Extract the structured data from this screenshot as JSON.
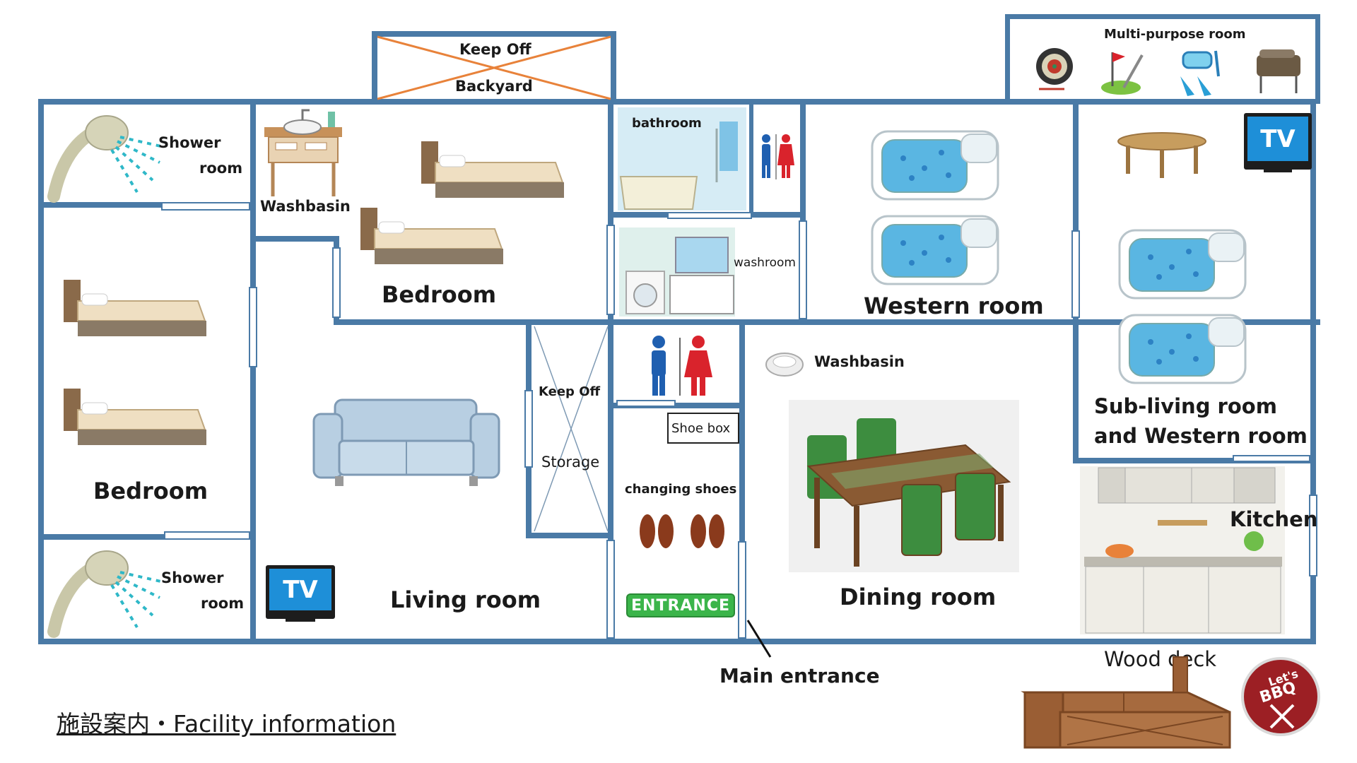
{
  "title": "施設案内・Facility information",
  "rooms": {
    "shower_top": [
      "Shower",
      "room"
    ],
    "shower_bottom": [
      "Shower",
      "room"
    ],
    "washbasin_top": "Washbasin",
    "bedroom_center": "Bedroom",
    "bedroom_left": "Bedroom",
    "bathroom": "bathroom",
    "washroom": "washroom",
    "western_room": "Western room",
    "multipurpose": "Multi-purpose room",
    "tv": "TV",
    "sub_living": [
      "Sub-living room",
      "and Western room"
    ],
    "washbasin_dining": "Washbasin",
    "dining": "Dining room",
    "kitchen": "Kitchen",
    "living": "Living room",
    "storage": [
      "Keep Off",
      "Storage"
    ],
    "shoe_box": "Shoe box",
    "changing_shoes": "changing shoes",
    "entrance_sign": "ENTRANCE",
    "main_entrance": "Main entrance",
    "backyard": [
      "Keep Off",
      "Backyard"
    ],
    "wood_deck": "Wood deck",
    "bbq_badge": [
      "Let's",
      "BBQ"
    ]
  },
  "colors": {
    "wall": "#4a7aa6",
    "keep_off_cross": "#e8823a",
    "tv_screen": "#1e8fd8",
    "entrance_sign": "#3bb54a",
    "male_icon": "#1f5fb0",
    "female_icon": "#d9232c",
    "bbq_badge": "#9c1f24"
  }
}
